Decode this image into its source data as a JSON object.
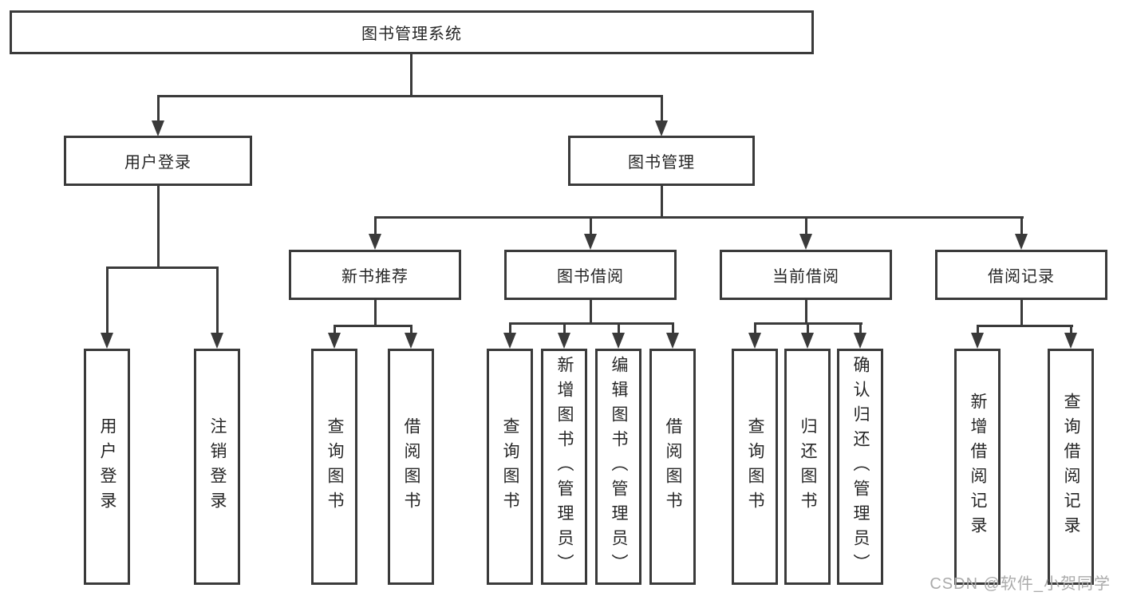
{
  "colors": {
    "line_color": "#3a3a3a",
    "text_color": "#262626",
    "bg_color": "#ffffff",
    "watermark_color": "#ababab"
  },
  "watermark": {
    "label": "CSDN @软件_小贺同学"
  },
  "tree": {
    "root": {
      "label": "图书管理系统"
    },
    "branches": [
      {
        "label": "用户登录",
        "children": [
          {
            "label": "用户登录"
          },
          {
            "label": "注销登录"
          }
        ]
      },
      {
        "label": "图书管理",
        "children": [
          {
            "label": "新书推荐",
            "children": [
              {
                "label": "查询图书"
              },
              {
                "label": "借阅图书"
              }
            ]
          },
          {
            "label": "图书借阅",
            "children": [
              {
                "label": "查询图书"
              },
              {
                "label": "新增图书（管理员）"
              },
              {
                "label": "编辑图书（管理员）"
              },
              {
                "label": "借阅图书"
              }
            ]
          },
          {
            "label": "当前借阅",
            "children": [
              {
                "label": "查询图书"
              },
              {
                "label": "归还图书"
              },
              {
                "label": "确认归还（管理员）"
              }
            ]
          },
          {
            "label": "借阅记录",
            "children": [
              {
                "label": "新增借阅记录"
              },
              {
                "label": "查询借阅记录"
              }
            ]
          }
        ]
      }
    ]
  }
}
